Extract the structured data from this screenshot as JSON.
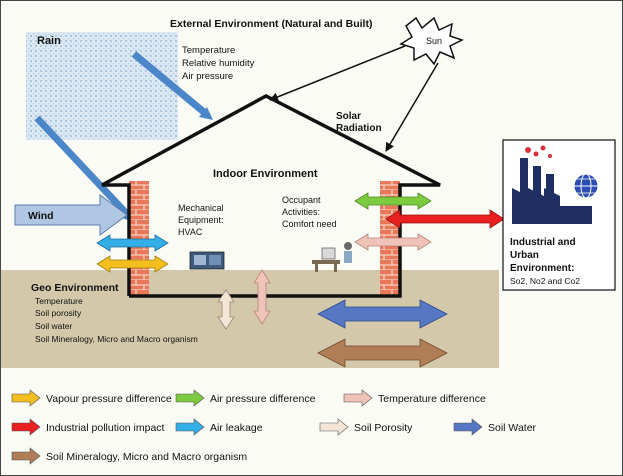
{
  "title": "External Environment (Natural and Built)",
  "rain": "Rain",
  "sun": "Sun",
  "atmosphere": [
    "Temperature",
    "Relative humidity",
    "Air pressure"
  ],
  "solar": [
    "Solar",
    "Radiation"
  ],
  "indoor": "Indoor Environment",
  "wind": "Wind",
  "mechanical": [
    "Mechanical",
    "Equipment:",
    "HVAC"
  ],
  "occupant": [
    "Occupant",
    "Activities:",
    "Comfort need"
  ],
  "industrial": {
    "title": [
      "Industrial and",
      "Urban",
      "Environment:"
    ],
    "pollutants": "So2, No2 and Co2"
  },
  "geo": {
    "title": "Geo Environment",
    "items": [
      "Temperature",
      "Soil porosity",
      "Soil water",
      "Soil Mineralogy, Micro and Macro organism"
    ]
  },
  "legend": [
    {
      "label": "Vapour pressure difference",
      "color": "#f2bf1f"
    },
    {
      "label": "Air pressure difference",
      "color": "#7ccb3e"
    },
    {
      "label": "Temperature difference",
      "color": "#f0c3b9"
    },
    {
      "label": "Industrial pollution impact",
      "color": "#e8201f"
    },
    {
      "label": "Air leakage",
      "color": "#33aee6"
    },
    {
      "label": "Soil Porosity",
      "color": "#f4e6d6"
    },
    {
      "label": "Soil Water",
      "color": "#5577c4"
    },
    {
      "label": "Soil Mineralogy, Micro and Macro organism",
      "color": "#b07d57"
    }
  ]
}
